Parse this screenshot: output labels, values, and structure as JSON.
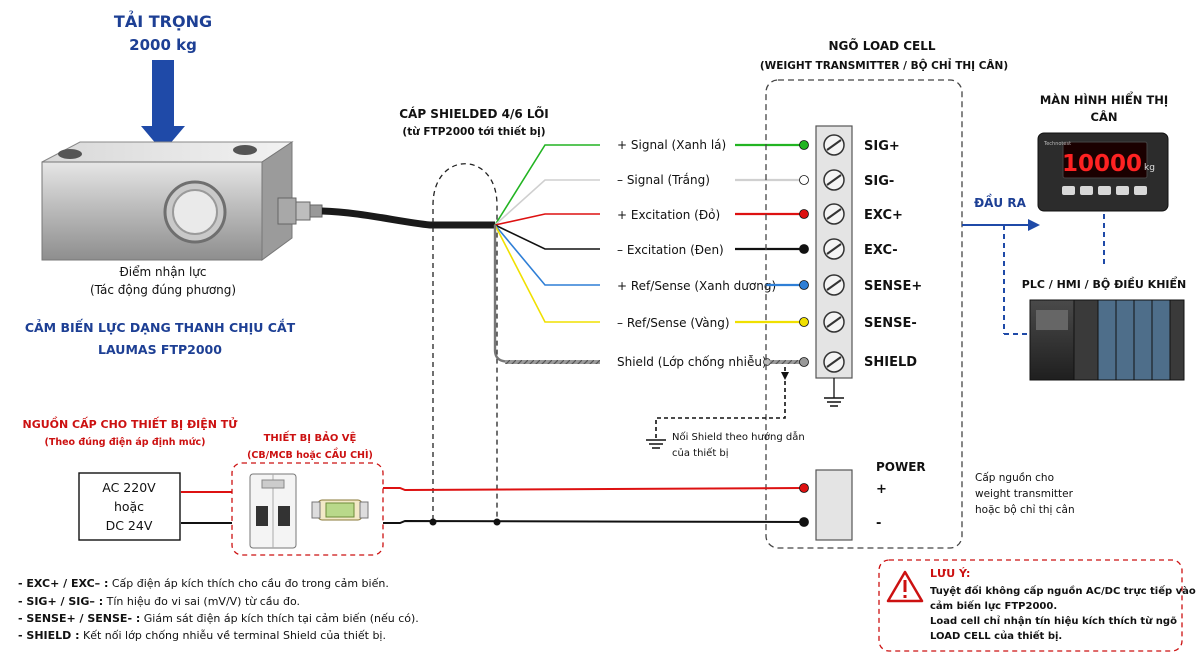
{
  "load": {
    "title": "TẢI TRỌNG",
    "value": "2000 kg"
  },
  "load_cell": {
    "point_label_1": "Điểm nhận lực",
    "point_label_2": "(Tác động đúng phương)",
    "sensor_title_1": "CẢM BIẾN LỰC DẠNG THANH CHỊU CẮT",
    "sensor_title_2": "LAUMAS FTP2000"
  },
  "cable": {
    "title": "CÁP SHIELDED 4/6 LÕI",
    "subtitle": "(từ FTP2000 tới thiết bị)"
  },
  "wires": [
    {
      "label": "+ Signal (Xanh lá)",
      "color": "#22b422"
    },
    {
      "label": "– Signal (Trắng)",
      "color": "#cfcfcf"
    },
    {
      "label": "+ Excitation (Đỏ)",
      "color": "#dd1111"
    },
    {
      "label": "– Excitation (Đen)",
      "color": "#111111"
    },
    {
      "label": "+ Ref/Sense (Xanh dương)",
      "color": "#2f7fd6"
    },
    {
      "label": "– Ref/Sense (Vàng)",
      "color": "#f0e000"
    },
    {
      "label": "Shield (Lớp chống nhiễu)",
      "color": "#888888"
    }
  ],
  "terminals": {
    "header_1": "NGÕ LOAD CELL",
    "header_2": "(WEIGHT TRANSMITTER / BỘ CHỈ THỊ CÂN)",
    "labels": [
      "SIG+",
      "SIG-",
      "EXC+",
      "EXC-",
      "SENSE+",
      "SENSE-",
      "SHIELD"
    ],
    "power_title": "POWER",
    "power_plus": "+",
    "power_minus": "-"
  },
  "shield_note": {
    "line1": "Nối Shield theo hướng dẫn",
    "line2": "của thiết bị"
  },
  "output": {
    "label": "ĐẦU RA"
  },
  "display": {
    "title_1": "MÀN HÌNH HIỂN THỊ",
    "title_2": "CÂN",
    "reading": "10000",
    "unit": "kg",
    "brand": "Technotest"
  },
  "plc": {
    "title": "PLC / HMI / BỘ ĐIỀU KHIỂN"
  },
  "power_supply": {
    "title": "NGUỒN CẤP CHO THIẾT BỊ ĐIỆN TỬ",
    "subtitle": "(Theo đúng điện áp định mức)",
    "line1": "AC 220V",
    "line2": "hoặc",
    "line3": "DC 24V"
  },
  "protection": {
    "title": "THIẾT BỊ BẢO VỆ",
    "subtitle": "(CB/MCB hoặc CẦU CHÌ)"
  },
  "power_note": {
    "line1": "Cấp nguồn cho",
    "line2": "weight transmitter",
    "line3": "hoặc bộ chỉ thị cân"
  },
  "legend": [
    {
      "key": "- EXC+ / EXC– :",
      "text": " Cấp điện áp kích thích cho cầu đo trong cảm biến."
    },
    {
      "key": "- SIG+ / SIG– :",
      "text": " Tín hiệu đo vi sai (mV/V) từ cầu đo."
    },
    {
      "key": "- SENSE+ / SENSE- :",
      "text": " Giám sát điện áp kích thích tại cảm biến (nếu có)."
    },
    {
      "key": "- SHIELD :",
      "text": " Kết nối lớp chống nhiễu về terminal Shield của thiết bị."
    }
  ],
  "warning": {
    "title": "LƯU Ý:",
    "line1": "Tuyệt đối không cấp nguồn AC/DC trực tiếp vào",
    "line2": "cảm biến lực FTP2000.",
    "line3": "Load cell chỉ nhận tín hiệu kích thích từ ngõ",
    "line4": "LOAD CELL của thiết bị."
  },
  "colors": {
    "navy": "#1d3f94",
    "red": "#cc1111",
    "wire_red": "#dd1111"
  }
}
